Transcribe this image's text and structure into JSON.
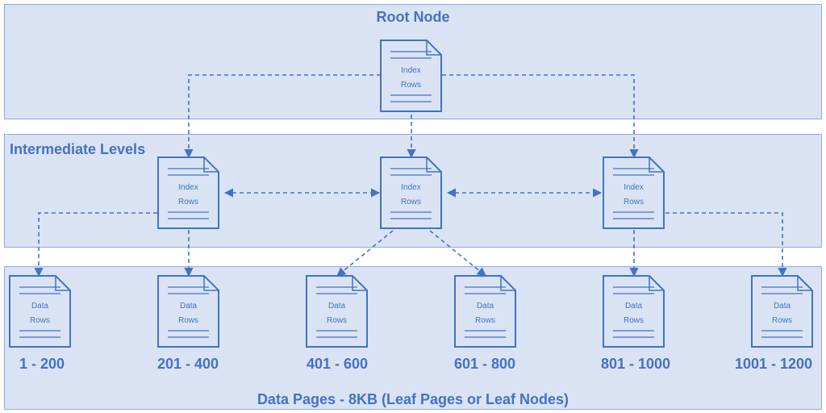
{
  "levels": {
    "root_title": "Root Node",
    "intermediate_title": "Intermediate Levels",
    "data_title": "Data Pages - 8KB (Leaf Pages or Leaf Nodes)"
  },
  "index_page": {
    "line1": "Index",
    "line2": "Rows"
  },
  "data_page": {
    "line1": "Data",
    "line2": "Rows"
  },
  "ranges": [
    "1 - 200",
    "201 - 400",
    "401 - 600",
    "601 - 800",
    "801 - 1000",
    "1001 - 1200"
  ],
  "colors": {
    "band_fill": "#dae3f3",
    "band_border": "#8faadc",
    "accent": "#4472c4",
    "page_fill": "#dae3f3"
  }
}
